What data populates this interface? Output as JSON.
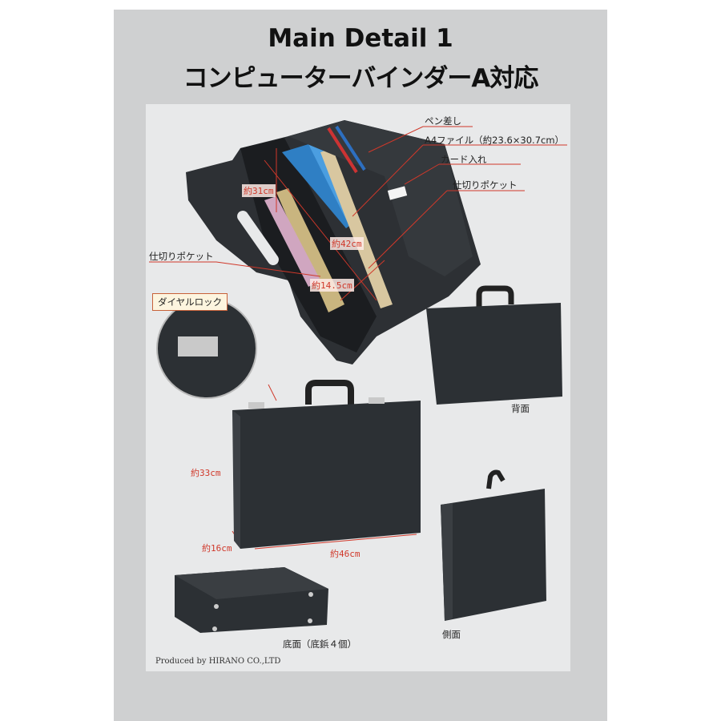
{
  "title": {
    "line1": "Main Detail 1",
    "line2": "コンピューターバインダーA対応"
  },
  "labels": {
    "pen_holder": "ペン差し",
    "a4_file": "A4ファイル（約23.6×30.7cm）",
    "card_holder": "カード入れ",
    "divider_pocket_right": "仕切りポケット",
    "divider_pocket_left": "仕切りポケット",
    "dial_lock": "ダイヤルロック",
    "back": "背面",
    "side": "側面",
    "bottom": "底面（底鋲４個）"
  },
  "dimensions": {
    "inner_height": "約31cm",
    "inner_width": "約42cm",
    "inner_depth": "約14.5cm",
    "height": "約33cm",
    "depth": "約16cm",
    "width": "約46cm"
  },
  "credit": "Produced by HIRANO CO.,LTD",
  "colors": {
    "panel": "#cfd0d1",
    "photo_bg": "#e8e9ea",
    "case": "#2e3236",
    "annotation": "#d0382a"
  }
}
